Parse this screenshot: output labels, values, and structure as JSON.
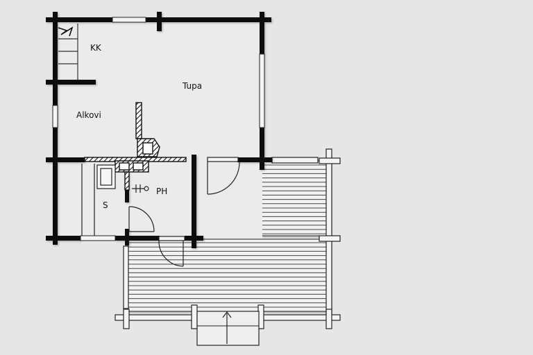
{
  "plan": {
    "rooms": {
      "kk": "KK",
      "tupa": "Tupa",
      "alkovi": "Alkovi",
      "ph": "PH",
      "s": "S"
    }
  },
  "colors": {
    "background": "#e6e6e6",
    "wall": "#111111",
    "line": "#333333",
    "window": "#f4f4f4"
  }
}
